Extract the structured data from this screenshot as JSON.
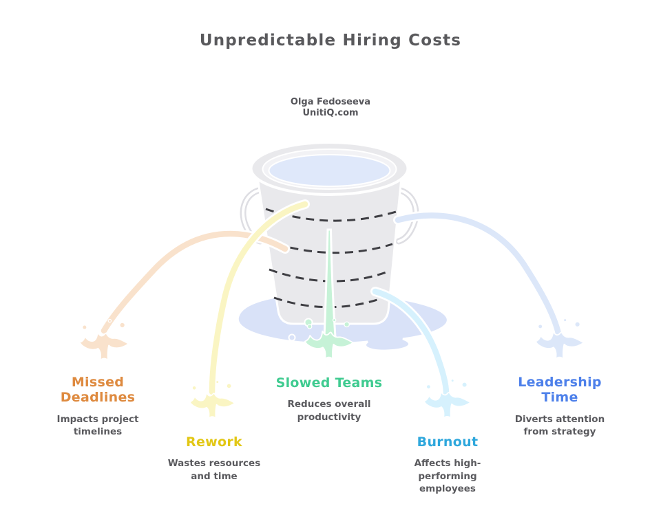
{
  "title": "Unpredictable Hiring Costs",
  "attribution": {
    "author": "Olga Fedoseeva",
    "website": "UnitiQ.com"
  },
  "bucket": {
    "body_color": "#E9E9EC",
    "rim_ring_color": "#F2F2F5",
    "water_color": "#DFE8FA",
    "puddle_color": "#D9E2F8",
    "dash_color": "#3E3E43"
  },
  "leaks": [
    {
      "label": "Missed Deadlines",
      "description": "Impacts project timelines",
      "label_color": "#DE8A3F",
      "stream_color": "#F9E2CC"
    },
    {
      "label": "Rework",
      "description": "Wastes resources and time",
      "label_color": "#E2C715",
      "stream_color": "#FAF5C3"
    },
    {
      "label": "Slowed Teams",
      "description": "Reduces overall productivity",
      "label_color": "#3FCB90",
      "stream_color": "#C6F2D7"
    },
    {
      "label": "Burnout",
      "description": "Affects high-performing employees",
      "label_color": "#2EA7DC",
      "stream_color": "#D6F1FD"
    },
    {
      "label": "Leadership Time",
      "description": "Diverts attention from strategy",
      "label_color": "#4D80EA",
      "stream_color": "#DCE7F9"
    }
  ]
}
